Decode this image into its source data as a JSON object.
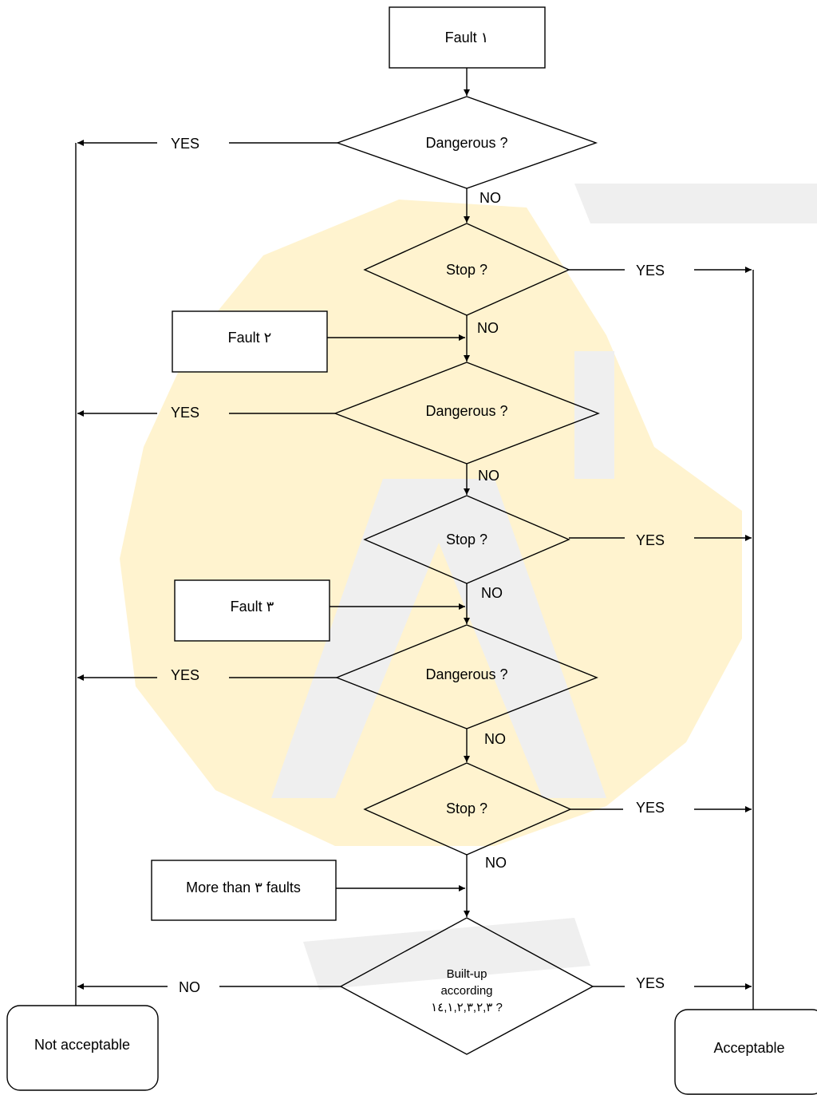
{
  "flowchart": {
    "start": "Fault ١",
    "fault2": "Fault ٢",
    "fault3": "Fault ٣",
    "more_faults": "More than ٣ faults",
    "q_dangerous": "Dangerous ?",
    "q_stop": "Stop ?",
    "q_builtup": [
      "Built-up",
      "according",
      "١٤,١,٢,٣,٢,٣ ?"
    ],
    "yes": "YES",
    "no": "NO",
    "not_acceptable": "Not acceptable",
    "acceptable": "Acceptable"
  },
  "colors": {
    "watermark_accent": "#fff3cf",
    "watermark_gray": "#efefef",
    "line": "#000000"
  }
}
